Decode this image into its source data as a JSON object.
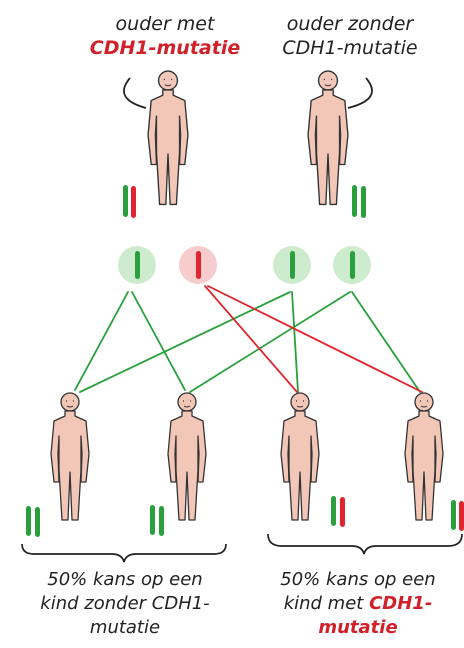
{
  "parents": {
    "left": {
      "line1": "ouder met",
      "line2": "CDH1-mutatie"
    },
    "right": {
      "line1": "ouder zonder",
      "line2": "CDH1-mutatie"
    }
  },
  "outcomes": {
    "healthy": {
      "line1": "50% kans op een",
      "line2": "kind zonder CDH1-",
      "line3": "mutatie"
    },
    "carrier": {
      "line1": "50% kans op een",
      "line2a": "kind met ",
      "line2b": "CDH1-",
      "line3": "mutatie"
    }
  },
  "colors": {
    "healthy_allele": "#2aa03c",
    "mutated_allele": "#e0252e",
    "skin": "#f3c7b8",
    "highlight_text": "#d0212b"
  },
  "icons": [
    "person-figure",
    "chromosome-pair",
    "allele-circle",
    "curly-brace"
  ]
}
